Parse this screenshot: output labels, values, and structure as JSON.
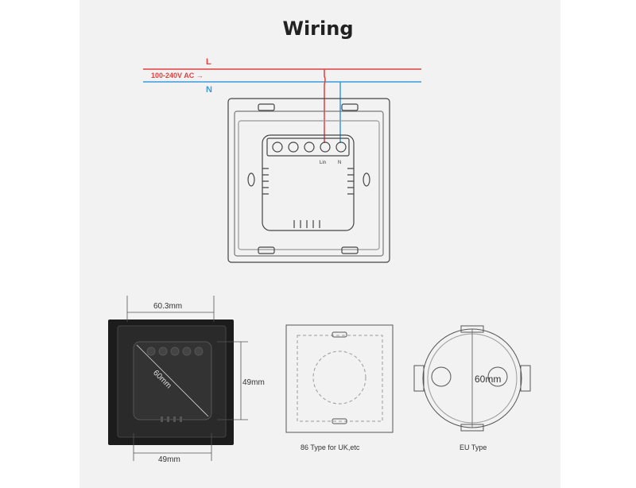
{
  "title": "Wiring",
  "wiring": {
    "live_label": "L",
    "neutral_label": "N",
    "supply_label": "100-240V AC",
    "arrow": "→",
    "terminal_labels": [
      "Lin",
      "N"
    ],
    "live_color": "#e0413f",
    "neutral_color": "#3a9bd9"
  },
  "dimensions": {
    "top_width": "60.3mm",
    "diagonal": "60mm",
    "height": "49mm",
    "bottom_width": "49mm",
    "eu_box": "60mm"
  },
  "box_types": {
    "uk": "86 Type for UK,etc",
    "eu": "EU Type"
  }
}
